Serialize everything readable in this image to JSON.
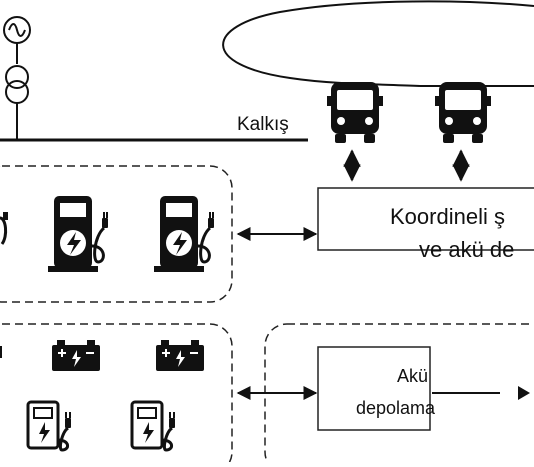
{
  "labels": {
    "departure": "Kalkış",
    "coordination_line1": "Koordineli ş",
    "coordination_line2": "ve akü de",
    "storage_line1": "Akü",
    "storage_line2": "depolama"
  },
  "icons": [
    "ac-source-icon",
    "transformer-icon",
    "bus-icon",
    "charger-pump-icon",
    "battery-icon",
    "wall-charger-icon"
  ],
  "colors": {
    "ink": "#111111",
    "background": "#ffffff",
    "box_border": "#222222"
  }
}
